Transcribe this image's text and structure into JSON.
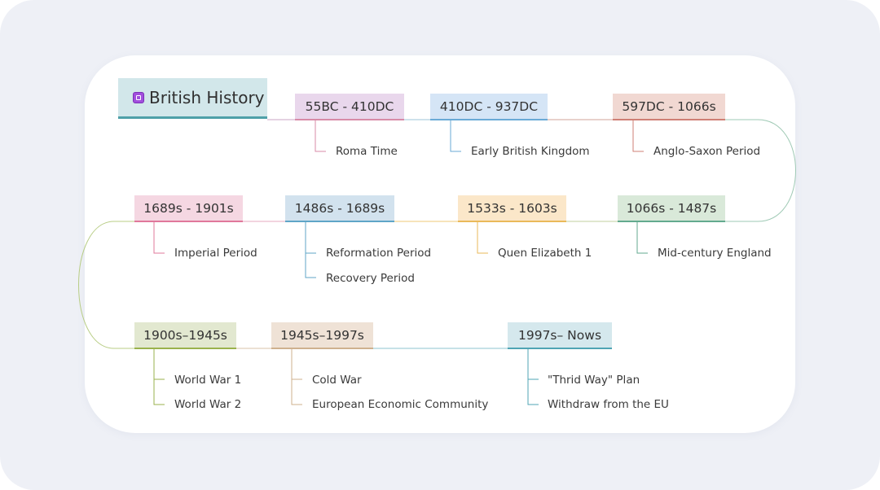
{
  "title": "British History",
  "root_icon": "note-icon",
  "periods": [
    {
      "label": "55BC - 410DC",
      "color": "#e9d7ec",
      "accent": "#d88ba7",
      "items": [
        "Roma Time"
      ]
    },
    {
      "label": "410DC - 937DC",
      "color": "#d5e5f6",
      "accent": "#6aaad6",
      "items": [
        "Early British Kingdom"
      ]
    },
    {
      "label": "597DC - 1066s",
      "color": "#f1d8d2",
      "accent": "#cf7f75",
      "items": [
        "Anglo-Saxon Period"
      ]
    },
    {
      "label": "1689s - 1901s",
      "color": "#f5d7e2",
      "accent": "#e0789b",
      "items": [
        "Imperial Period"
      ]
    },
    {
      "label": "1486s - 1689s",
      "color": "#d2e2ee",
      "accent": "#5fa5c7",
      "items": [
        "Reformation Period",
        "Recovery Period"
      ]
    },
    {
      "label": "1533s - 1603s",
      "color": "#fbe7c9",
      "accent": "#eab95a",
      "items": [
        "Quen Elizabeth 1"
      ]
    },
    {
      "label": "1066s - 1487s",
      "color": "#d9e9d9",
      "accent": "#63aa8f",
      "items": [
        "Mid-century England"
      ]
    },
    {
      "label": "1900s–1945s",
      "color": "#e2e8d0",
      "accent": "#9ab24c",
      "items": [
        "World War 1",
        "World War 2"
      ]
    },
    {
      "label": "1945s–1997s",
      "color": "#efe2d6",
      "accent": "#cfb18e",
      "items": [
        "Cold War",
        "European Economic Community"
      ]
    },
    {
      "label": "1997s– Nows",
      "color": "#d5e8ed",
      "accent": "#4fa4b4",
      "items": [
        "\"Thrid Way\" Plan",
        "Withdraw from the EU"
      ]
    }
  ]
}
